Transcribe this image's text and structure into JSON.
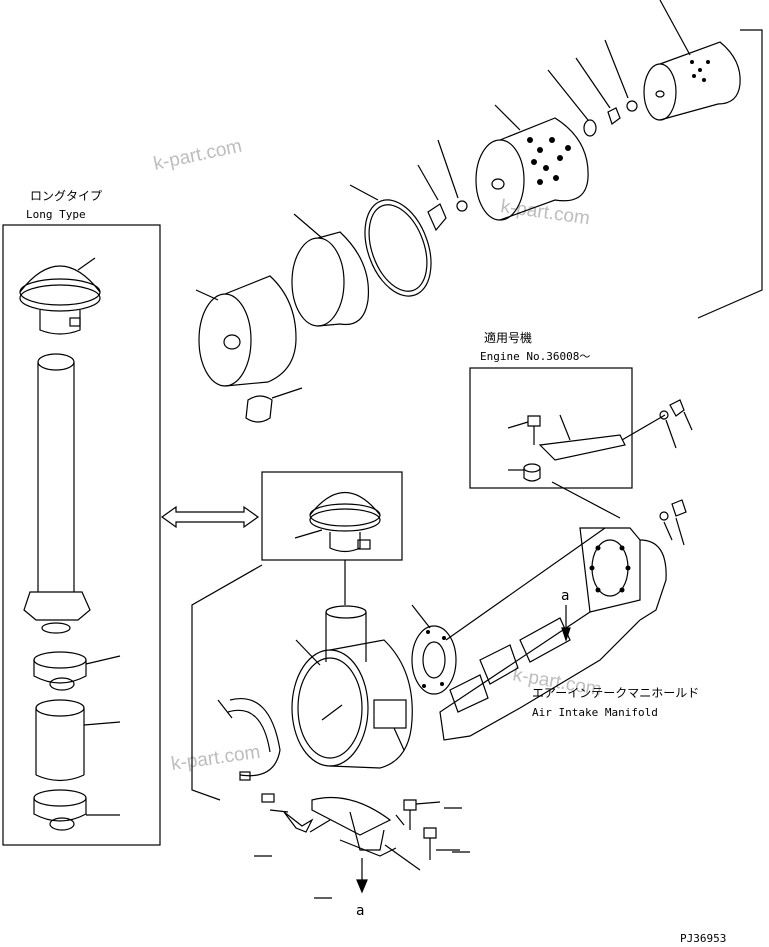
{
  "long_type": {
    "jp": "ロングタイプ",
    "en": "Long Type"
  },
  "engine_box": {
    "jp": "適用号機",
    "en": "Engine No.36008～"
  },
  "manifold": {
    "jp": "エアーインテークマニホールド",
    "en": "Air Intake Manifold"
  },
  "arrow_label_top": "a",
  "arrow_label_bottom": "a",
  "drawing_code": "PJ36953",
  "watermark": "k-part.com",
  "colors": {
    "line": "#000000",
    "background": "#ffffff",
    "watermark": "#bdbdbd"
  }
}
